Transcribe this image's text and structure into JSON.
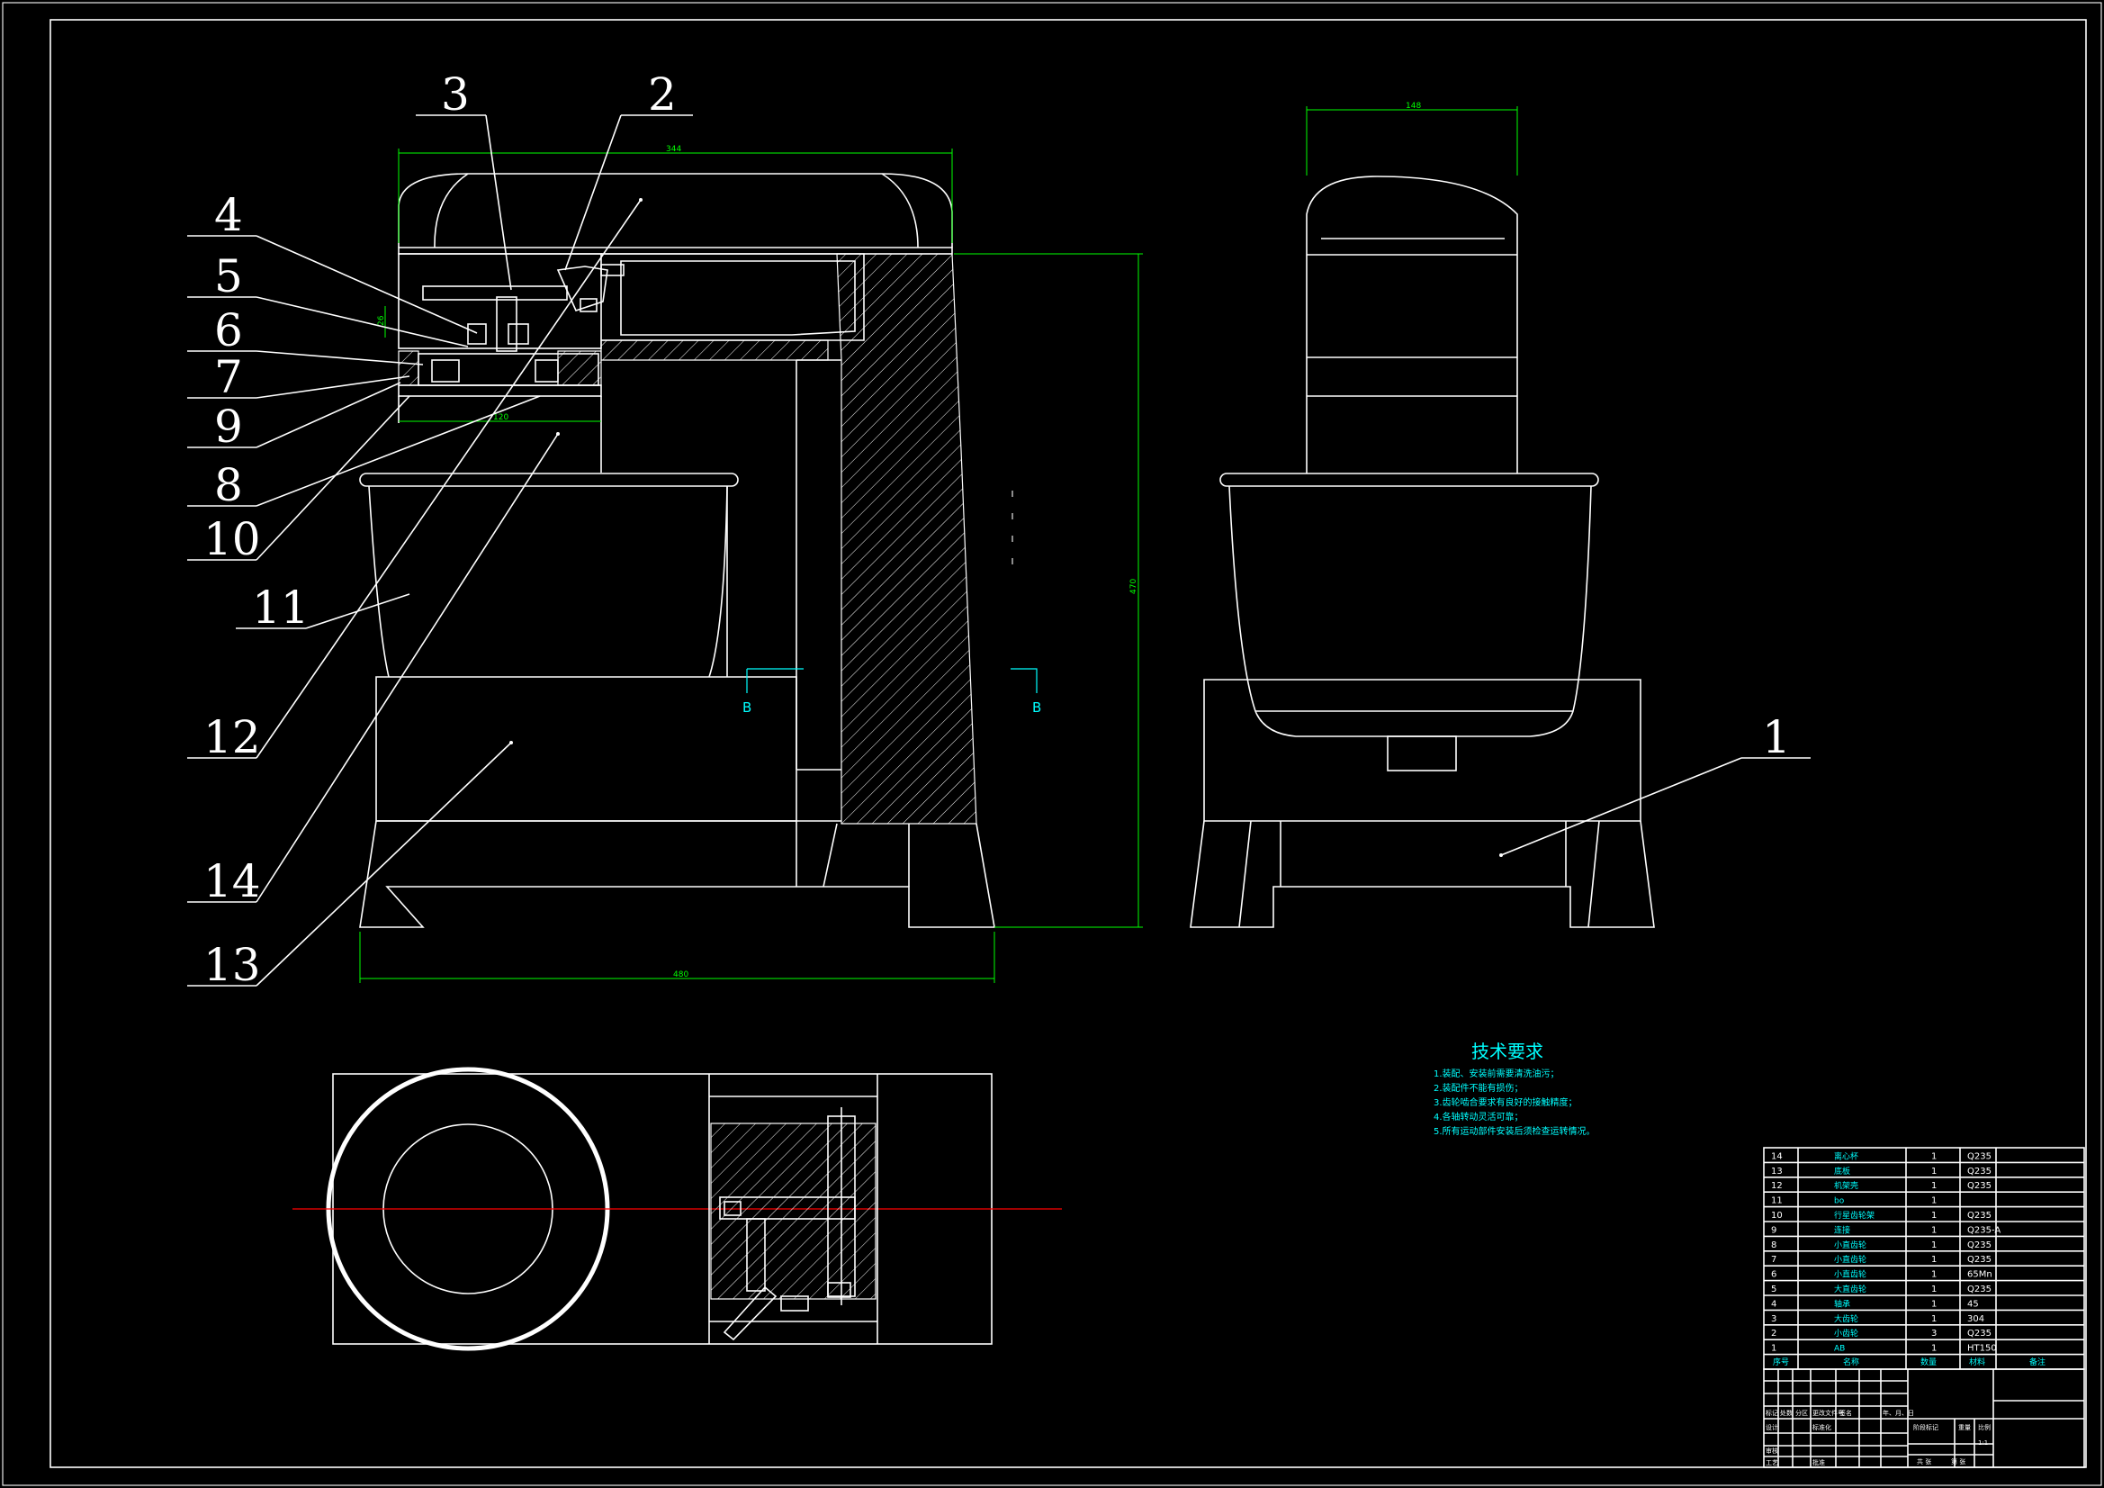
{
  "balloons": [
    "1",
    "2",
    "3",
    "4",
    "5",
    "6",
    "7",
    "8",
    "9",
    "10",
    "11",
    "12",
    "13",
    "14"
  ],
  "dimensions": {
    "head_width": "344",
    "total_height": "470",
    "base_width": "480",
    "side_width": "148",
    "gear_width": "120",
    "small_left": "26"
  },
  "section_marks": {
    "left": "B",
    "right": "B"
  },
  "tech_requirements": {
    "title": "技术要求",
    "items": [
      "1.装配、安装前需要清洗油污；",
      "2.装配件不能有损伤；",
      "3.齿轮啮合要求有良好的接触精度；",
      "4.各轴转动灵活可靠；",
      "5.所有运动部件安装后须检查运转情况。"
    ]
  },
  "bom": {
    "headers": {
      "no": "序号",
      "name": "名称",
      "qty": "数量",
      "material": "材料",
      "note": "备注"
    },
    "rows": [
      {
        "no": "14",
        "name": "离心杯",
        "qty": "1",
        "material": "Q235"
      },
      {
        "no": "13",
        "name": "底板",
        "qty": "1",
        "material": "Q235"
      },
      {
        "no": "12",
        "name": "机架壳",
        "qty": "1",
        "material": "Q235"
      },
      {
        "no": "11",
        "name": "bo",
        "qty": "1",
        "material": ""
      },
      {
        "no": "10",
        "name": "行星齿轮架",
        "qty": "1",
        "material": "Q235"
      },
      {
        "no": "9",
        "name": "连接",
        "qty": "1",
        "material": "Q235-A"
      },
      {
        "no": "8",
        "name": "小直齿轮",
        "qty": "1",
        "material": "Q235"
      },
      {
        "no": "7",
        "name": "小直齿轮",
        "qty": "1",
        "material": "Q235"
      },
      {
        "no": "6",
        "name": "小直齿轮",
        "qty": "1",
        "material": "65Mn"
      },
      {
        "no": "5",
        "name": "大直齿轮",
        "qty": "1",
        "material": "Q235"
      },
      {
        "no": "4",
        "name": "轴承",
        "qty": "1",
        "material": "45"
      },
      {
        "no": "3",
        "name": "大齿轮",
        "qty": "1",
        "material": "304"
      },
      {
        "no": "2",
        "name": "小齿轮",
        "qty": "3",
        "material": "Q235"
      },
      {
        "no": "1",
        "name": "AB",
        "qty": "1",
        "material": "HT150"
      }
    ]
  },
  "title_block": {
    "labels": [
      "标记",
      "处数",
      "分区",
      "更改文件号",
      "签名",
      "年、月、日",
      "设计",
      "标准化",
      "审核",
      "工艺",
      "批准",
      "阶段标记",
      "重量",
      "比例",
      "共 张",
      "第 张"
    ],
    "scale": "1:1"
  }
}
